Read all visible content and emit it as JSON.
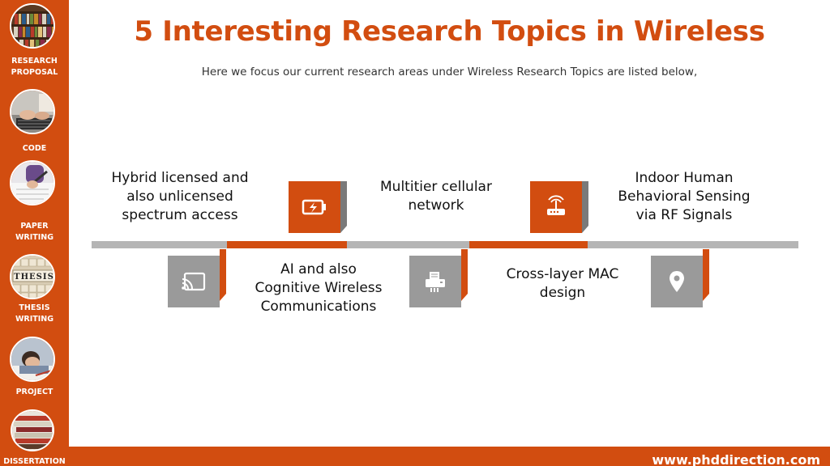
{
  "sidebar": {
    "items": [
      {
        "label": "RESEARCH\nPROPOSAL",
        "line1": "RESEARCH",
        "line2": "PROPOSAL",
        "thumb": "library-books-photo"
      },
      {
        "label": "CODE",
        "line1": "CODE",
        "line2": "",
        "thumb": "typing-laptop-photo"
      },
      {
        "label": "PAPER\nWRITING",
        "line1": "PAPER",
        "line2": "WRITING",
        "thumb": "writing-pen-photo"
      },
      {
        "label": "THESIS\nWRITING",
        "line1": "THESIS",
        "line2": "WRITING",
        "thumb": "thesis-blocks-photo"
      },
      {
        "label": "PROJECT",
        "line1": "PROJECT",
        "line2": "",
        "thumb": "person-studying-photo"
      },
      {
        "label": "DISSERTATION",
        "line1": "DISSERTATION",
        "line2": "",
        "thumb": "book-stack-photo"
      }
    ]
  },
  "header": {
    "title": "5 Interesting Research Topics in Wireless",
    "subtitle": "Here we focus our current research areas under Wireless Research Topics are listed below,"
  },
  "topics": [
    {
      "line1": "Hybrid licensed and",
      "line2": "also unlicensed",
      "line3": "spectrum access",
      "icon": "battery-charging-icon",
      "position": "above"
    },
    {
      "line1": "AI and also",
      "line2": "Cognitive Wireless",
      "line3": "Communications",
      "icon": "cast-screen-icon",
      "position": "below"
    },
    {
      "line1": "Multitier cellular",
      "line2": "network",
      "line3": "",
      "icon": "router-signal-icon",
      "position": "above"
    },
    {
      "line1": "Cross-layer MAC",
      "line2": "design",
      "line3": "",
      "icon": "printer-icon",
      "position": "below"
    },
    {
      "line1": "Indoor Human",
      "line2": "Behavioral Sensing",
      "line3": "via RF Signals",
      "icon": "location-pin-icon",
      "position": "above"
    }
  ],
  "footer": {
    "url": "www.phddirection.com"
  },
  "colors": {
    "accent": "#d24d10",
    "grey_box": "#9a9a9a",
    "rail": "#b5b5b5"
  }
}
